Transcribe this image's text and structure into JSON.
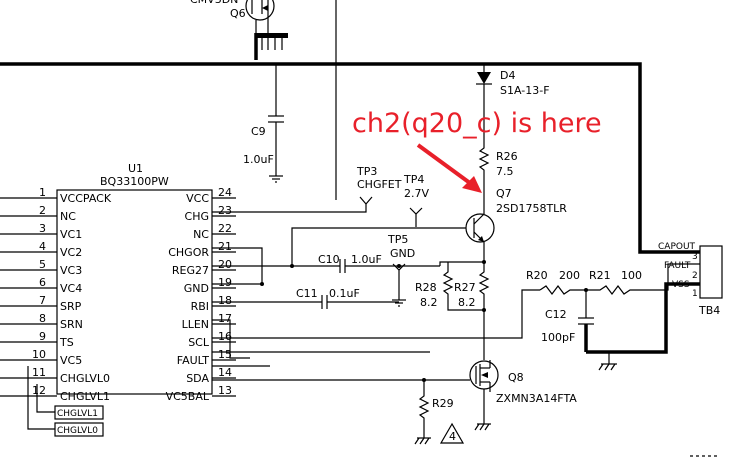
{
  "annotation": {
    "text": "ch2(q20_c) is here",
    "color": "#e8202a"
  },
  "ic": {
    "ref": "U1",
    "part": "BQ33100PW",
    "left_pins": [
      {
        "num": "1",
        "name": "VCCPACK"
      },
      {
        "num": "2",
        "name": "NC"
      },
      {
        "num": "3",
        "name": "VC1"
      },
      {
        "num": "4",
        "name": "VC2"
      },
      {
        "num": "5",
        "name": "VC3"
      },
      {
        "num": "6",
        "name": "VC4"
      },
      {
        "num": "7",
        "name": "SRP"
      },
      {
        "num": "8",
        "name": "SRN"
      },
      {
        "num": "9",
        "name": "TS"
      },
      {
        "num": "10",
        "name": "VC5"
      },
      {
        "num": "11",
        "name": "CHGLVL0"
      },
      {
        "num": "12",
        "name": "CHGLVL1"
      }
    ],
    "right_pins": [
      {
        "num": "24",
        "name": "VCC"
      },
      {
        "num": "23",
        "name": "CHG"
      },
      {
        "num": "22",
        "name": "NC"
      },
      {
        "num": "21",
        "name": "CHGOR"
      },
      {
        "num": "20",
        "name": "REG27"
      },
      {
        "num": "19",
        "name": "GND"
      },
      {
        "num": "18",
        "name": "RBI"
      },
      {
        "num": "17",
        "name": "LLEN"
      },
      {
        "num": "16",
        "name": "SCL"
      },
      {
        "num": "15",
        "name": "FAULT"
      },
      {
        "num": "14",
        "name": "SDA"
      },
      {
        "num": "13",
        "name": "VC5BAL"
      }
    ]
  },
  "labels": {
    "q6": "Q6",
    "d4": "D4",
    "d4_part": "S1A-13-F",
    "c9": "C9",
    "c9_val": "1.0uF",
    "r26": "R26",
    "r26_val": "7.5",
    "q7": "Q7",
    "q7_part": "2SD1758TLR",
    "tp3": "TP3",
    "tp3_net": "CHGFET",
    "tp4": "TP4",
    "tp4_val": "2.7V",
    "tp5": "TP5",
    "tp5_net": "GND",
    "c10": "C10",
    "c10_val": "1.0uF",
    "c11": "C11",
    "c11_val": "0.1uF",
    "r28": "R28",
    "r28_val": "8.2",
    "r27": "R27",
    "r27_val": "8.2",
    "r20": "R20",
    "r20_val": "200",
    "r21": "R21",
    "r21_val": "100",
    "c12": "C12",
    "c12_val": "100pF",
    "q8": "Q8",
    "q8_part": "ZXMN3A14FTA",
    "r29": "R29",
    "tb4": "TB4",
    "capout": "CAPOUT",
    "fault": "FAULT",
    "vss": "VSS",
    "tb_pin3": "3",
    "tb_pin2": "2",
    "tb_pin1": "1",
    "note": "4",
    "box_chglvl1": "CHGLVL1",
    "box_chglvl0": "CHGLVL0"
  }
}
